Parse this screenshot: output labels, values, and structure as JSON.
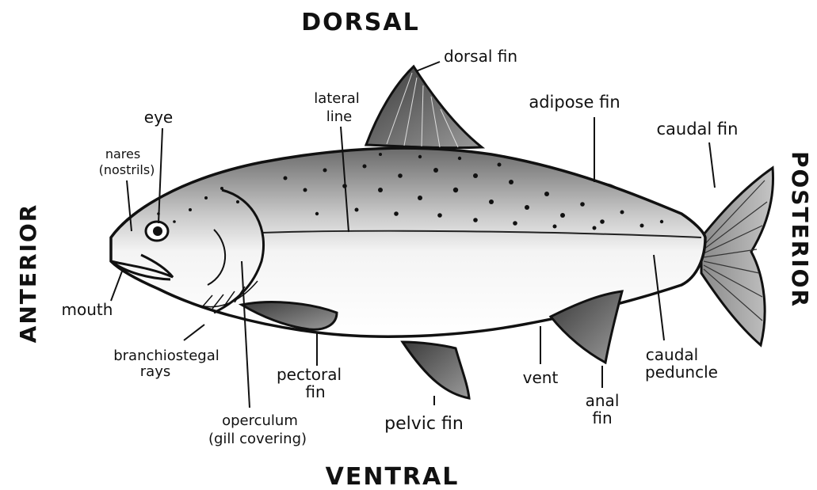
{
  "directions": {
    "dorsal": "DORSAL",
    "ventral": "VENTRAL",
    "anterior": "ANTERIOR",
    "posterior": "POSTERIOR"
  },
  "labels": {
    "dorsal_fin": "dorsal fin",
    "lateral_line_1": "lateral",
    "lateral_line_2": "line",
    "adipose_fin": "adipose fin",
    "caudal_fin": "caudal fin",
    "eye": "eye",
    "nares_1": "nares",
    "nares_2": "(nostrils)",
    "mouth": "mouth",
    "branchiostegal_1": "branchiostegal",
    "branchiostegal_2": "rays",
    "pectoral_1": "pectoral",
    "pectoral_2": "fin",
    "operculum_1": "operculum",
    "operculum_2": "(gill covering)",
    "pelvic_fin": "pelvic fin",
    "vent": "vent",
    "anal_1": "anal",
    "anal_2": "fin",
    "caudal_peduncle_1": "caudal",
    "caudal_peduncle_2": "peduncle"
  }
}
